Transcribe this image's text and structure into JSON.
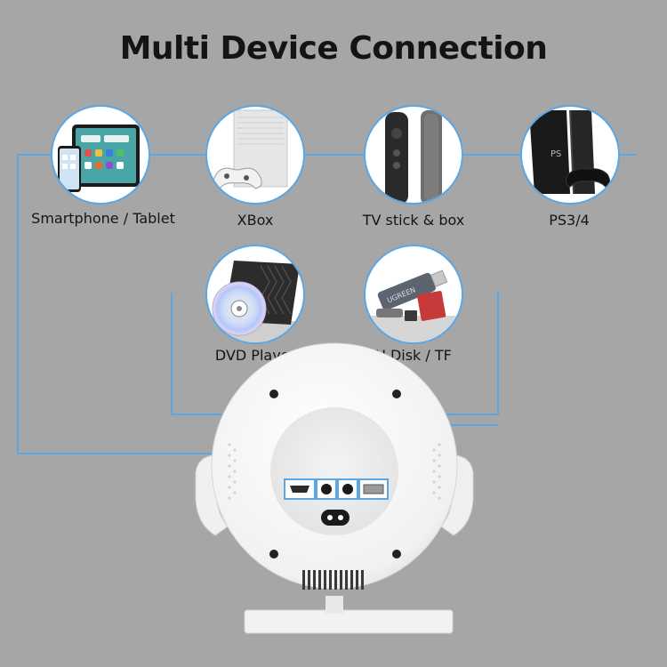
{
  "title": "Multi Device Connection",
  "devices": [
    {
      "label": "Smartphone / Tablet",
      "icon": "smartphone-tablet-icon"
    },
    {
      "label": "XBox",
      "icon": "xbox-console-icon"
    },
    {
      "label": "TV stick & box",
      "icon": "tv-stick-remote-icon"
    },
    {
      "label": "PS3/4",
      "icon": "ps4-console-icon"
    },
    {
      "label": "DVD Player",
      "icon": "dvd-player-icon"
    },
    {
      "label": "U Disk / TF",
      "icon": "card-reader-icon"
    }
  ],
  "colors": {
    "background": "#a6a6a6",
    "connector_line": "#5aa7e6",
    "projector_body": "#f4f4f4"
  }
}
